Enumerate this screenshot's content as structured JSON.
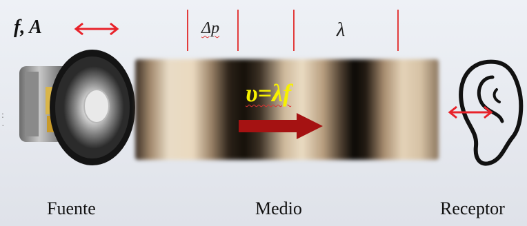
{
  "source_label": "f, A",
  "pressure_label": "Δp",
  "wavelength_label": "λ",
  "velocity_label": "υ=λf",
  "captions": {
    "source": "Fuente",
    "medium": "Medio",
    "receiver": "Receptor"
  },
  "colors": {
    "accent_arrow": "#e8222a",
    "propagation_arrow": "#a51212",
    "velocity_text": "#f6f000",
    "tick_lines": "#e23b3b"
  },
  "icons": [
    "speaker-icon",
    "ear-icon"
  ]
}
